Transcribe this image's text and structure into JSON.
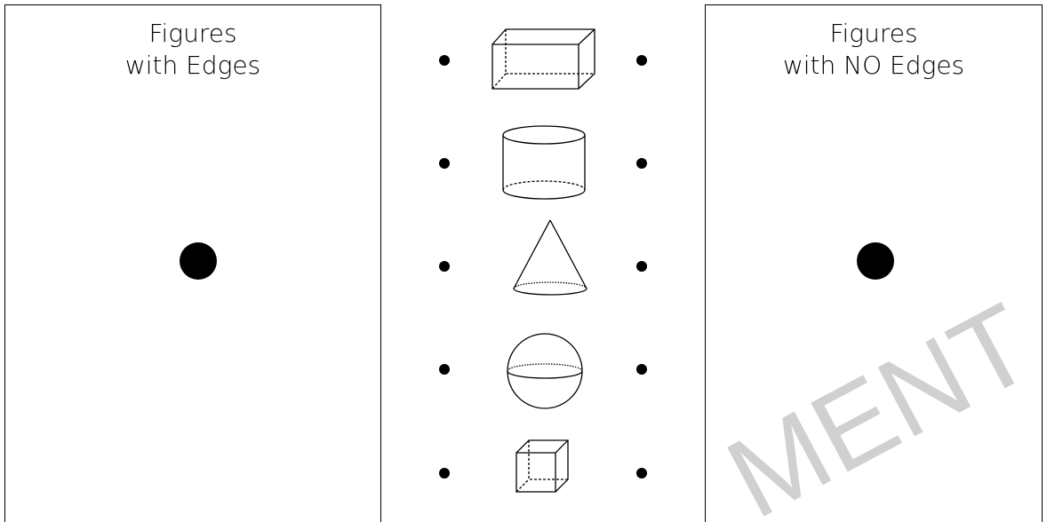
{
  "left_box": {
    "title_lines": [
      "Figures",
      "with Edges"
    ]
  },
  "right_box": {
    "title_lines": [
      "Figures",
      "with NO Edges"
    ]
  },
  "figures": [
    {
      "name": "rectangular-prism"
    },
    {
      "name": "cylinder"
    },
    {
      "name": "cone"
    },
    {
      "name": "sphere"
    },
    {
      "name": "cube"
    }
  ],
  "watermark": "MENT"
}
